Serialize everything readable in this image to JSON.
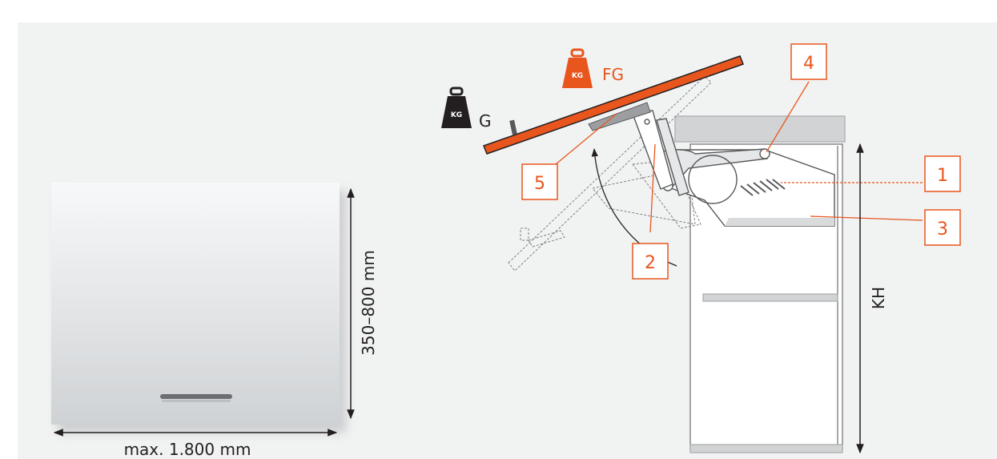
{
  "dimensions": {
    "width_label": "max. 1.800 mm",
    "height_label": "350–800 mm",
    "cabinet_height_label": "KH"
  },
  "weights": {
    "weight_symbol": "KG",
    "flap_weight_label": "FG",
    "fitting_weight_label": "G"
  },
  "callouts": [
    "1",
    "2",
    "3",
    "4",
    "5"
  ],
  "colors": {
    "accent": "#e8561e",
    "outline": "#6d6e71",
    "background": "#f1f2f2",
    "weight_dark": "#231f20"
  }
}
